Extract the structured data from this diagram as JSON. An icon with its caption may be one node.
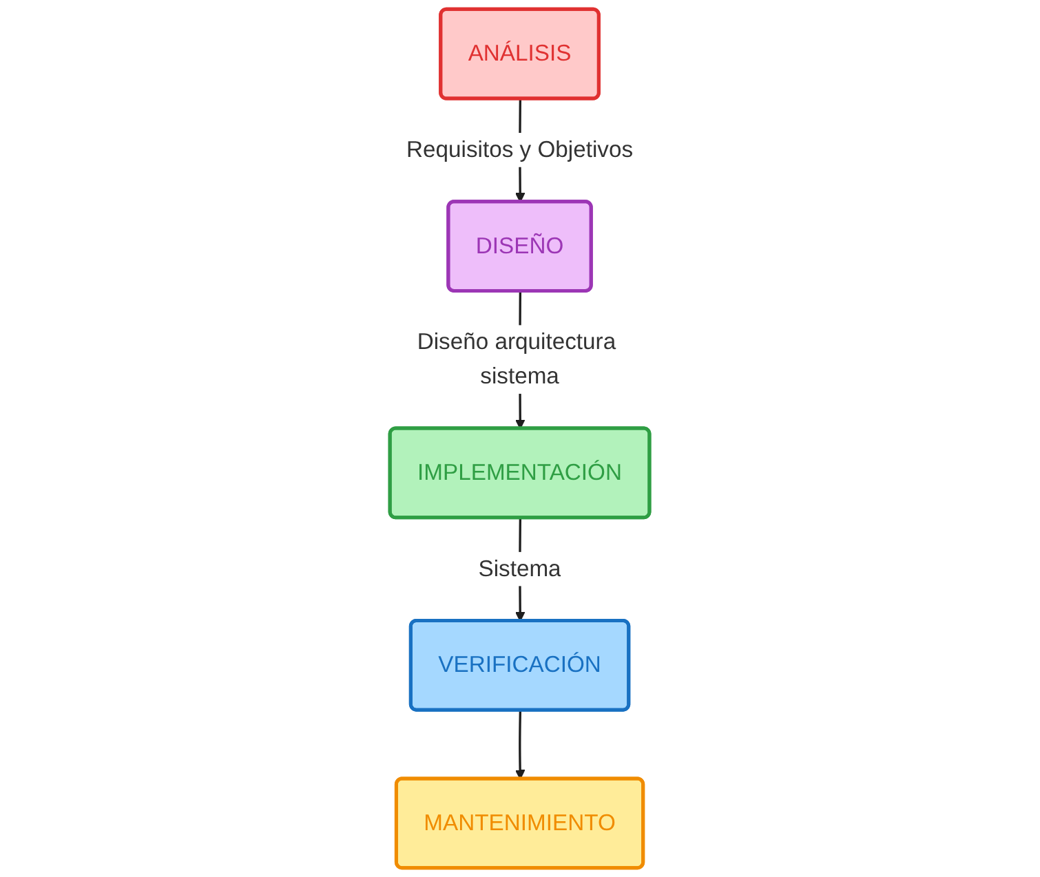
{
  "diagram": {
    "nodes": [
      {
        "text": [
          "ANÁLISIS"
        ]
      },
      {
        "text": [
          "DISEÑO"
        ]
      },
      {
        "text": [
          "IMPLEMENTACIÓN"
        ]
      },
      {
        "text": [
          "VERIFICACIÓN"
        ]
      },
      {
        "text": [
          "MANTENIMIENTO"
        ]
      }
    ],
    "edges": [
      {
        "from": 0,
        "to": 1,
        "arrow": "to",
        "label": "Requisitos y Objetivos"
      },
      {
        "from": 1,
        "to": 2,
        "arrow": "to",
        "label": "Diseño arquitectura sistema"
      },
      {
        "from": 2,
        "to": 3,
        "arrow": "to",
        "label": "Sistema"
      },
      {
        "from": 3,
        "to": 4,
        "arrow": "to"
      }
    ]
  }
}
